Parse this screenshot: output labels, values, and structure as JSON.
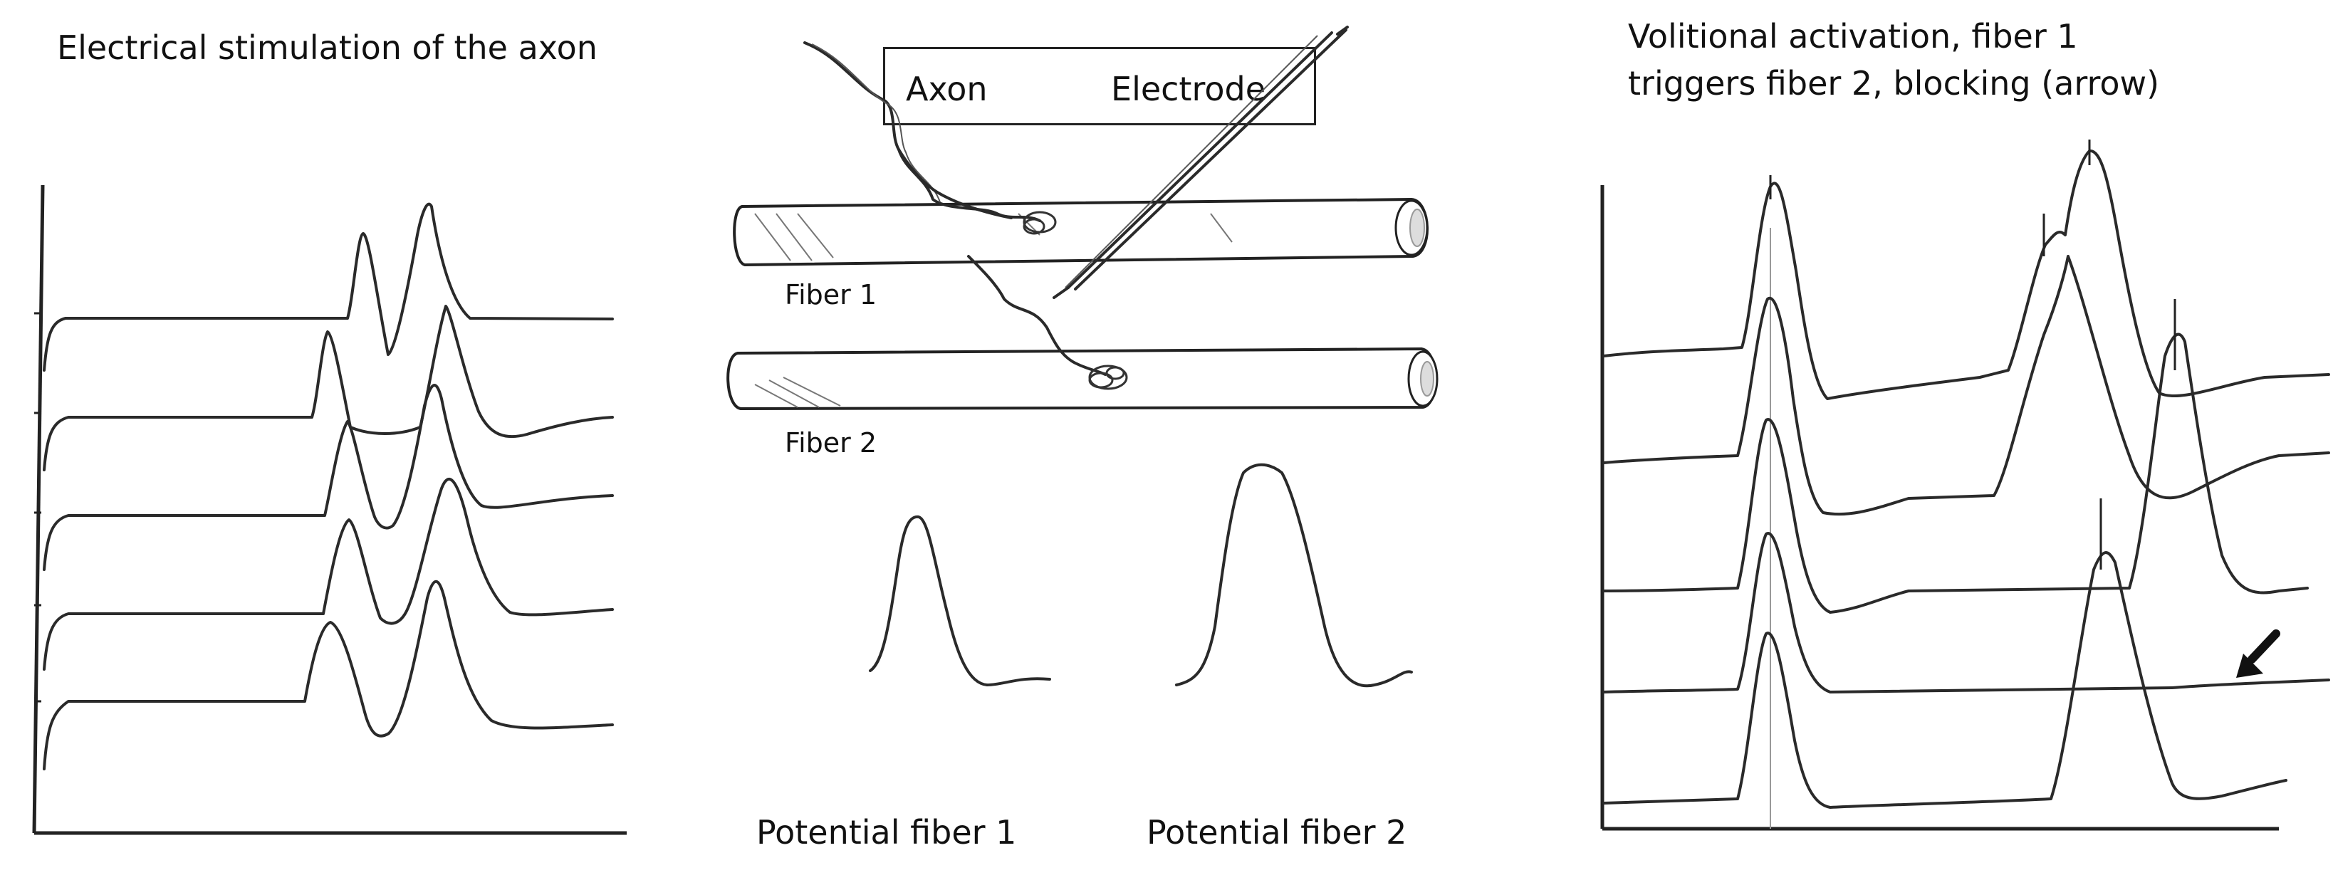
{
  "left_panel": {
    "title": "Electrical stimulation of the axon"
  },
  "right_panel": {
    "title_lines": [
      "Volitional activation, fiber 1",
      "triggers fiber 2, blocking (arrow)"
    ]
  },
  "diagram": {
    "legend": {
      "axon": "Axon",
      "electrode": "Electrode"
    },
    "fiber1_label": "Fiber 1",
    "fiber2_label": "Fiber 2",
    "potential_fiber1": "Potential fiber 1",
    "potential_fiber2": "Potential fiber 2"
  },
  "icons": [
    "axon-sketch",
    "electrode-sketch",
    "arrow-icon"
  ],
  "colors": {
    "ink": "#222222",
    "background": "#ffffff"
  }
}
